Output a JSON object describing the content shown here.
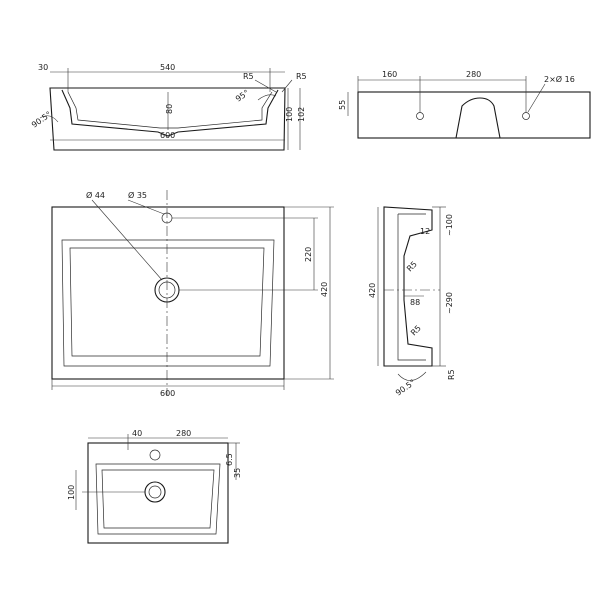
{
  "diagram": {
    "front_section": {
      "dim_overhang": "30",
      "dim_inner_width": "540",
      "dim_depth": "80",
      "dim_height": "100",
      "dim_total_height": "102",
      "dim_radius_inner": "R5",
      "dim_radius_outer": "R5",
      "dim_angle_left": "90.5°",
      "dim_angle_right": "95°",
      "dim_total_width": "600"
    },
    "top_right_view": {
      "dim_left": "160",
      "dim_span": "280",
      "dim_height": "55",
      "dim_holes": "2×Ø 16"
    },
    "plan_view": {
      "dim_drain_dia": "Ø 44",
      "dim_tap_hole_dia": "Ø 35",
      "dim_half_depth": "220",
      "dim_depth": "420",
      "dim_width": "600"
    },
    "side_section": {
      "dim_top": "12",
      "dim_upper": "~100",
      "dim_lower": "~290",
      "dim_depth": "420",
      "dim_radius_a": "R5",
      "dim_radius_b": "R5",
      "dim_radius_c": "R5",
      "dim_mid": "88",
      "dim_angle": "90.5°"
    },
    "small_plan": {
      "dim_left": "40",
      "dim_span": "280",
      "dim_side": "6.5",
      "dim_right": "35",
      "dim_drain": "100"
    }
  }
}
